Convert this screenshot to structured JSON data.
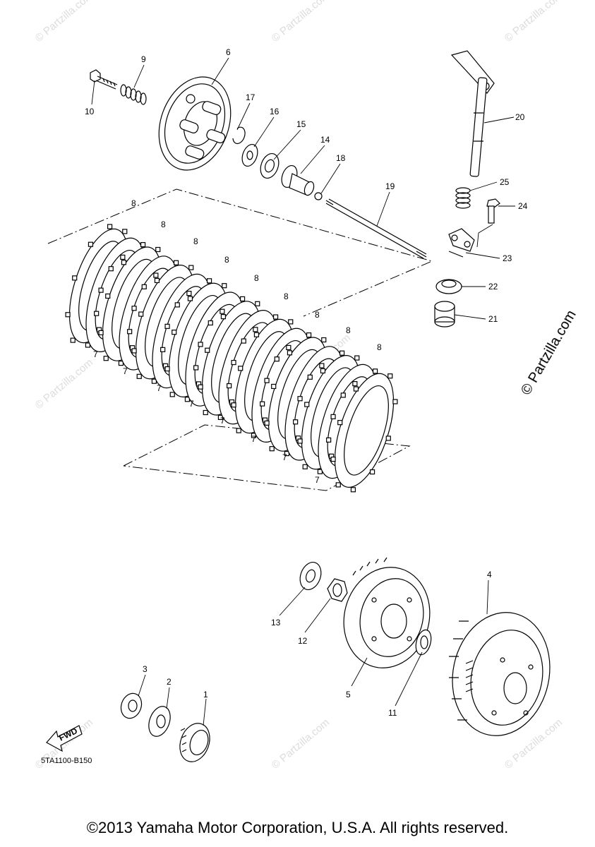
{
  "copyright": "©2013 Yamaha Motor Corporation, U.S.A. All rights reserved.",
  "diagram_code": "5TA1100-B150",
  "fwd_label": "FWD",
  "side_watermark": "© Partzilla.com",
  "faint_watermark": "© Partzilla.com",
  "callouts": {
    "c1": "1",
    "c2": "2",
    "c3": "3",
    "c4": "4",
    "c5": "5",
    "c6": "6",
    "c7a": "7",
    "c7b": "7",
    "c7c": "7",
    "c7d": "7",
    "c7e": "7",
    "c7f": "7",
    "c7g": "7",
    "c7h": "7",
    "c8a": "8",
    "c8b": "8",
    "c8c": "8",
    "c8d": "8",
    "c8e": "8",
    "c8f": "8",
    "c8g": "8",
    "c8h": "8",
    "c8i": "8",
    "c9": "9",
    "c10": "10",
    "c11": "11",
    "c12": "12",
    "c13": "13",
    "c14": "14",
    "c15": "15",
    "c16": "16",
    "c17": "17",
    "c18": "18",
    "c19": "19",
    "c20": "20",
    "c21": "21",
    "c22": "22",
    "c23": "23",
    "c24": "24",
    "c25": "25"
  }
}
